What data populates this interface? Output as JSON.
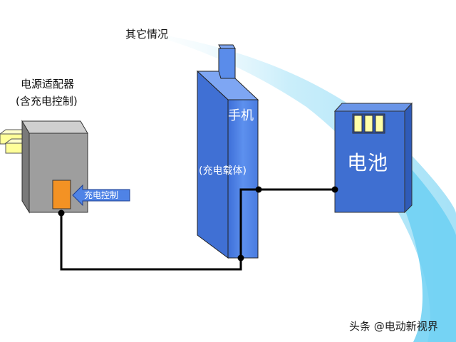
{
  "diagram": {
    "title": "其它情况",
    "adapter": {
      "label_line1": "电源适配器",
      "label_line2": "(含充电控制)",
      "control_label": "充电控制"
    },
    "phone": {
      "label": "手机",
      "sublabel": "(充电载体)"
    },
    "battery": {
      "label": "电池"
    }
  },
  "watermark": "头条 @电动新视界",
  "colors": {
    "background_gradient": [
      "#eafaff",
      "#7fd4f2"
    ],
    "adapter_front": "#9a9a9a",
    "control_block": "#f39224",
    "phone_body": "#4f83e6",
    "battery_body": "#3f6fd1",
    "battery_cells": "#ffffa8",
    "wire": "#000000"
  }
}
